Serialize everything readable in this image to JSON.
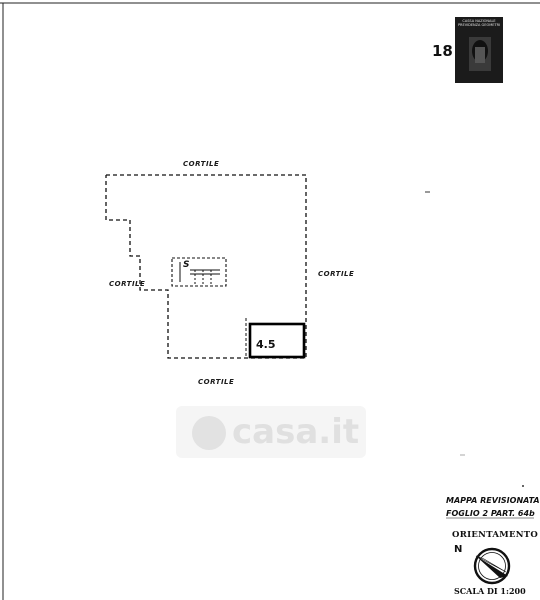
{
  "sheet_number": "18",
  "stamp": {
    "text": "CASSA NAZIONALE PREVIDENZA GEOMETRI"
  },
  "labels": {
    "cortile_top": "CORTILE",
    "cortile_left": "CORTILE",
    "cortile_right": "CORTILE",
    "cortile_bottom": "CORTILE"
  },
  "plan": {
    "room_height": "4.5",
    "stair_marker": "S"
  },
  "annotation": {
    "line1": "MAPPA REVISIONATA",
    "line2": "FOGLIO 2 PART. 64b"
  },
  "orientation": {
    "title": "ORIENTAMENTO",
    "north_letter": "N"
  },
  "scale": {
    "text": "SCALA DI 1:200"
  },
  "watermark": {
    "text": "casa.it"
  }
}
